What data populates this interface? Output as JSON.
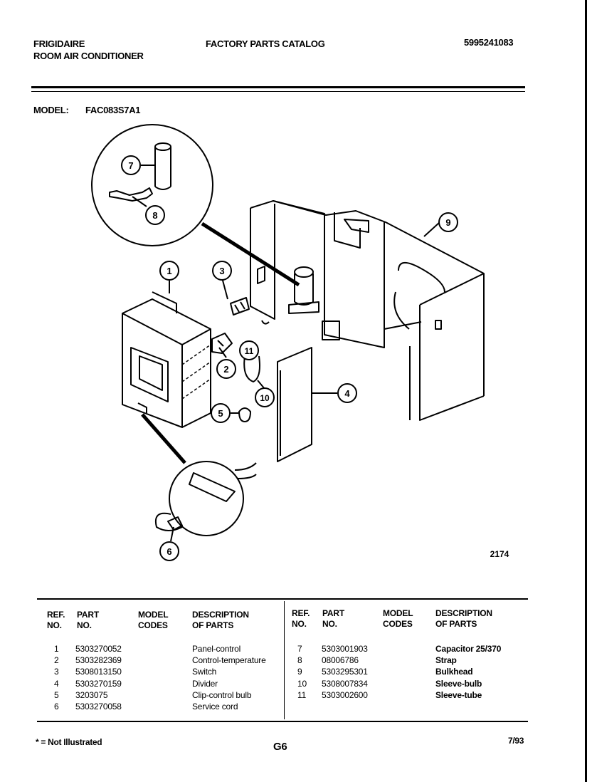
{
  "header": {
    "brand": "FRIGIDAIRE",
    "product": "ROOM AIR CONDITIONER",
    "catalog_title": "FACTORY PARTS CATALOG",
    "catalog_number": "5995241083",
    "model_label": "MODEL:",
    "model_number": "FAC083S7A1"
  },
  "diagram": {
    "callouts": [
      "1",
      "2",
      "3",
      "4",
      "5",
      "6",
      "7",
      "8",
      "9",
      "10",
      "11"
    ],
    "figure_number": "2174"
  },
  "table": {
    "headers": {
      "ref_line1": "REF.",
      "ref_line2": "NO.",
      "part_line1": "PART",
      "part_line2": "NO.",
      "model_line1": "MODEL",
      "model_line2": "CODES",
      "desc_line1": "DESCRIPTION",
      "desc_line2": "OF PARTS"
    },
    "left_rows": [
      {
        "ref": "1",
        "part": "5303270052",
        "codes": "",
        "desc": "Panel-control"
      },
      {
        "ref": "2",
        "part": "5303282369",
        "codes": "",
        "desc": "Control-temperature"
      },
      {
        "ref": "3",
        "part": "5308013150",
        "codes": "",
        "desc": "Switch"
      },
      {
        "ref": "4",
        "part": "5303270159",
        "codes": "",
        "desc": "Divider"
      },
      {
        "ref": "5",
        "part": "3203075",
        "codes": "",
        "desc": "Clip-control bulb"
      },
      {
        "ref": "6",
        "part": "5303270058",
        "codes": "",
        "desc": "Service cord"
      }
    ],
    "right_rows": [
      {
        "ref": "7",
        "part": "5303001903",
        "codes": "",
        "desc": "Capacitor 25/370"
      },
      {
        "ref": "8",
        "part": "08006786",
        "codes": "",
        "desc": "Strap"
      },
      {
        "ref": "9",
        "part": "5303295301",
        "codes": "",
        "desc": "Bulkhead"
      },
      {
        "ref": "10",
        "part": "5308007834",
        "codes": "",
        "desc": "Sleeve-bulb"
      },
      {
        "ref": "11",
        "part": "5303002600",
        "codes": "",
        "desc": "Sleeve-tube"
      }
    ]
  },
  "footer": {
    "note": "* = Not Illustrated",
    "page_code": "G6",
    "date": "7/93"
  }
}
